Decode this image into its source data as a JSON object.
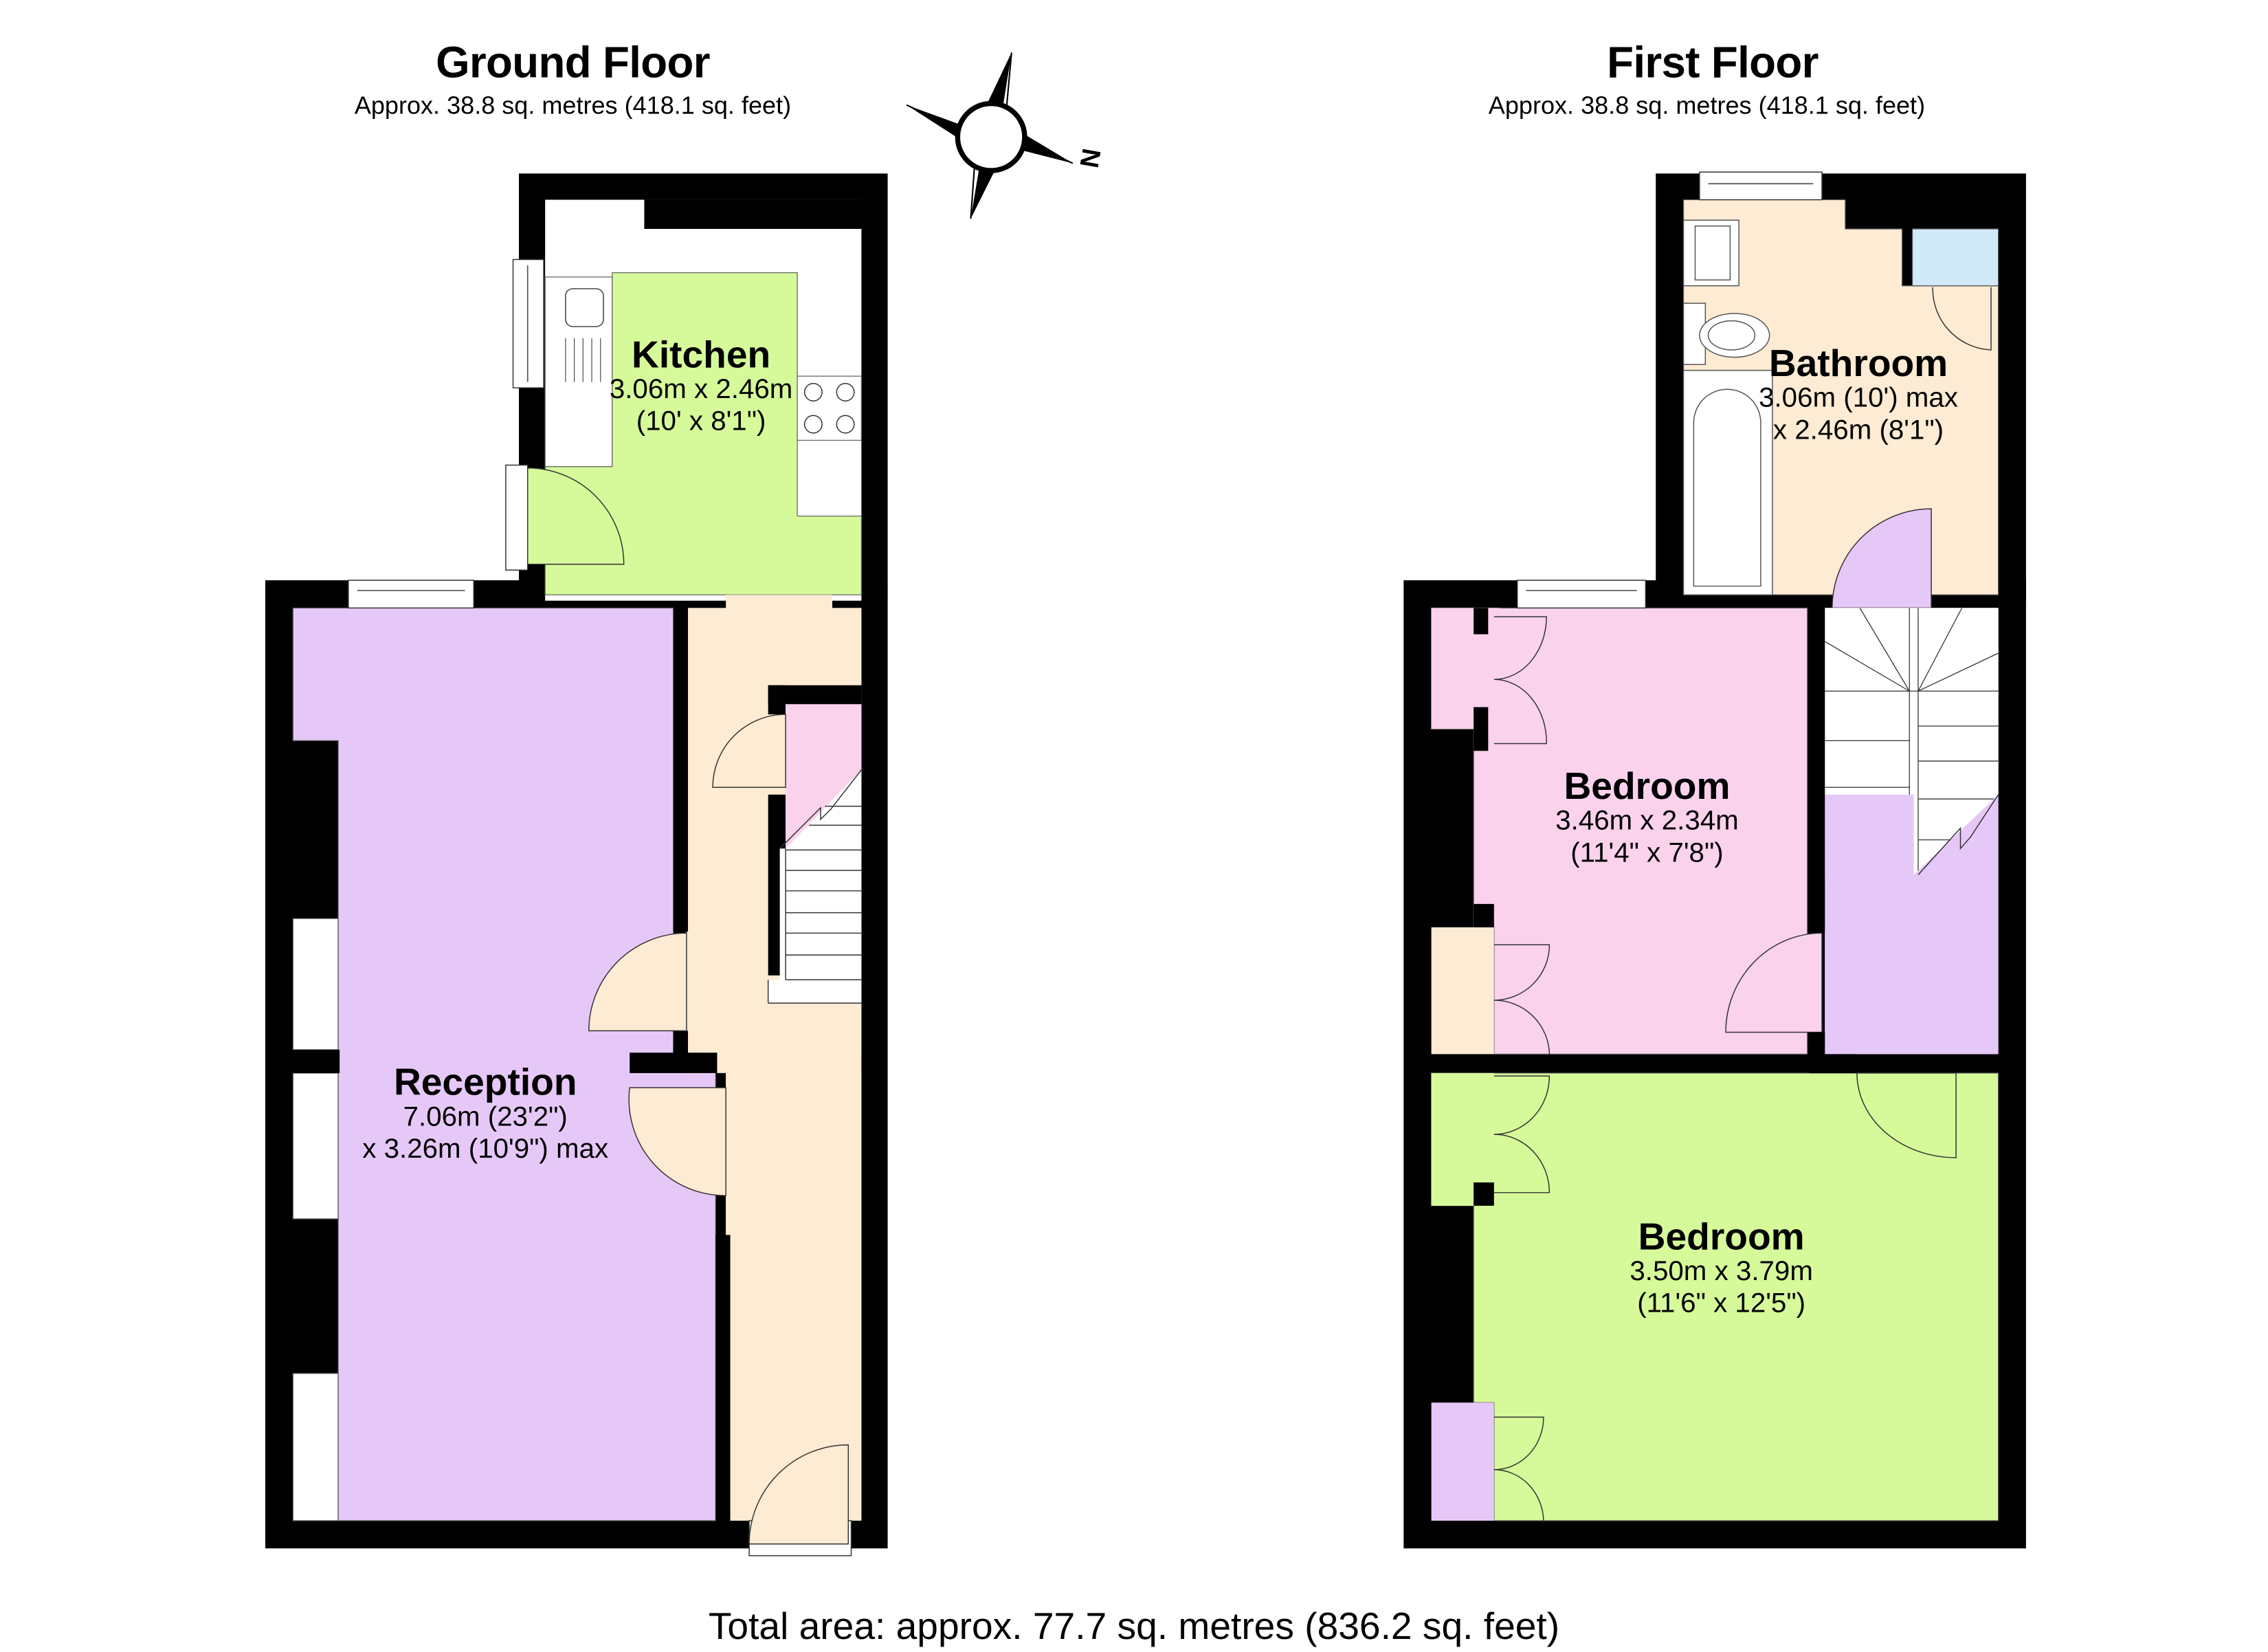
{
  "colors": {
    "wall": "#000000",
    "reception": "#e6c8f8",
    "kitchen": "#d6fa9a",
    "hall": "#fdebd3",
    "pink": "#fad2ec",
    "bathroom": "#fdebd3",
    "cylinder": "#d2e9fa",
    "landing": "#e6c8f8",
    "bedroom_small": "#fad2ec",
    "bedroom_large": "#d6fa9a"
  },
  "compass": {
    "icon": "compass-rose-icon",
    "north_label": "N"
  },
  "ground_floor": {
    "title": "Ground Floor",
    "area": "Approx. 38.8 sq. metres (418.1 sq. feet)",
    "rooms": [
      {
        "name": "Kitchen",
        "dim1": "3.06m x 2.46m",
        "dim2": "(10' x 8'1\")"
      },
      {
        "name": "Reception",
        "dim1": "7.06m (23'2\")",
        "dim2": "x 3.26m (10'9\") max"
      }
    ]
  },
  "first_floor": {
    "title": "First Floor",
    "area": "Approx. 38.8 sq. metres (418.1 sq. feet)",
    "rooms": [
      {
        "name": "Bathroom",
        "dim1": "3.06m (10') max",
        "dim2": "x 2.46m (8'1\")"
      },
      {
        "name": "Bedroom",
        "dim1": "3.46m x 2.34m",
        "dim2": "(11'4\" x 7'8\")"
      },
      {
        "name": "Bedroom",
        "dim1": "3.50m x 3.79m",
        "dim2": "(11'6\" x 12'5\")"
      }
    ]
  },
  "total_area": "Total area: approx. 77.7 sq. metres (836.2 sq. feet)"
}
